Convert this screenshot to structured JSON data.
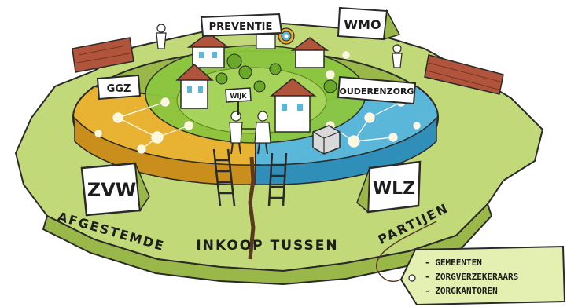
{
  "colors": {
    "ggz": "#e8b233",
    "ouderenzorg": "#5bb7d9",
    "preventie": "#8cc63f",
    "platform": "#b9d46a",
    "wall": "#b0553b"
  },
  "signs": {
    "preventie": "PREVENTIE",
    "wmo": "WMO",
    "ggz": "GGZ",
    "ouderenzorg": "OUDERENZORG",
    "wijk": "WIJK",
    "zvw": "ZVW",
    "wlz": "WLZ"
  },
  "rim": {
    "afgestemde": "AFGESTEMDE",
    "inkoop_tussen": "INKOOP TUSSEN",
    "partijen": "PARTIJEN"
  },
  "tag": {
    "items": [
      "- GEMEENTEN",
      "- ZORGVERZEKERAARS",
      "- ZORGKANTOREN"
    ]
  }
}
